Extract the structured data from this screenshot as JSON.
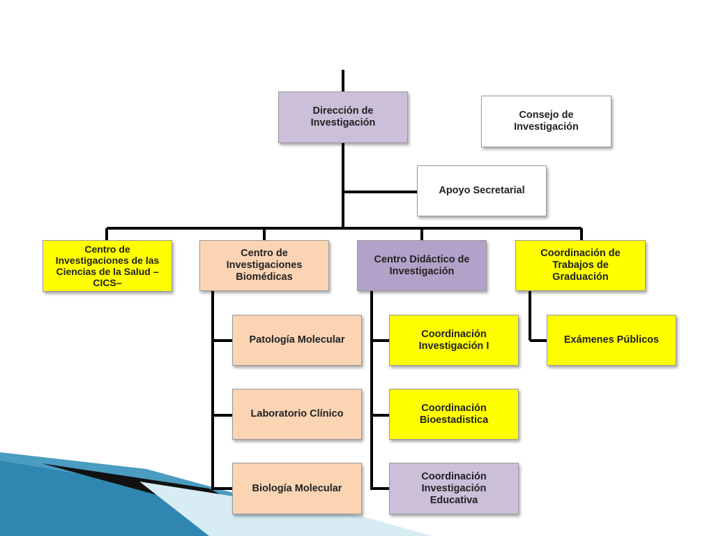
{
  "colors": {
    "purple": "#cbbfda",
    "purple_dark": "#b2a1c8",
    "peach": "#fbd4b4",
    "yellow": "#ffff00",
    "white": "#ffffff",
    "line": "#000000"
  },
  "nodes": {
    "direccion": "Dirección de\nInvestigación",
    "consejo": "Consejo de\nInvestigación",
    "apoyo": "Apoyo Secretarial",
    "cics": "Centro de\nInvestigaciones de las\nCiencias de la Salud    –\nCICS–",
    "biomedicas": "Centro de\nInvestigaciones\nBiomédicas",
    "didactico": "Centro Didáctico de\nInvestigación",
    "graduacion": "Coordinación de\nTrabajos de\nGraduación",
    "patologia": "Patología Molecular",
    "laboratorio": "Laboratorio Clínico",
    "biologia": "Biología Molecular",
    "coord_inv1": "Coordinación\nInvestigación I",
    "coord_bioest": "Coordinación\nBioestadistica",
    "coord_educ": "Coordinación\nInvestigación\nEducativa",
    "examenes": "Exámenes Públicos"
  }
}
